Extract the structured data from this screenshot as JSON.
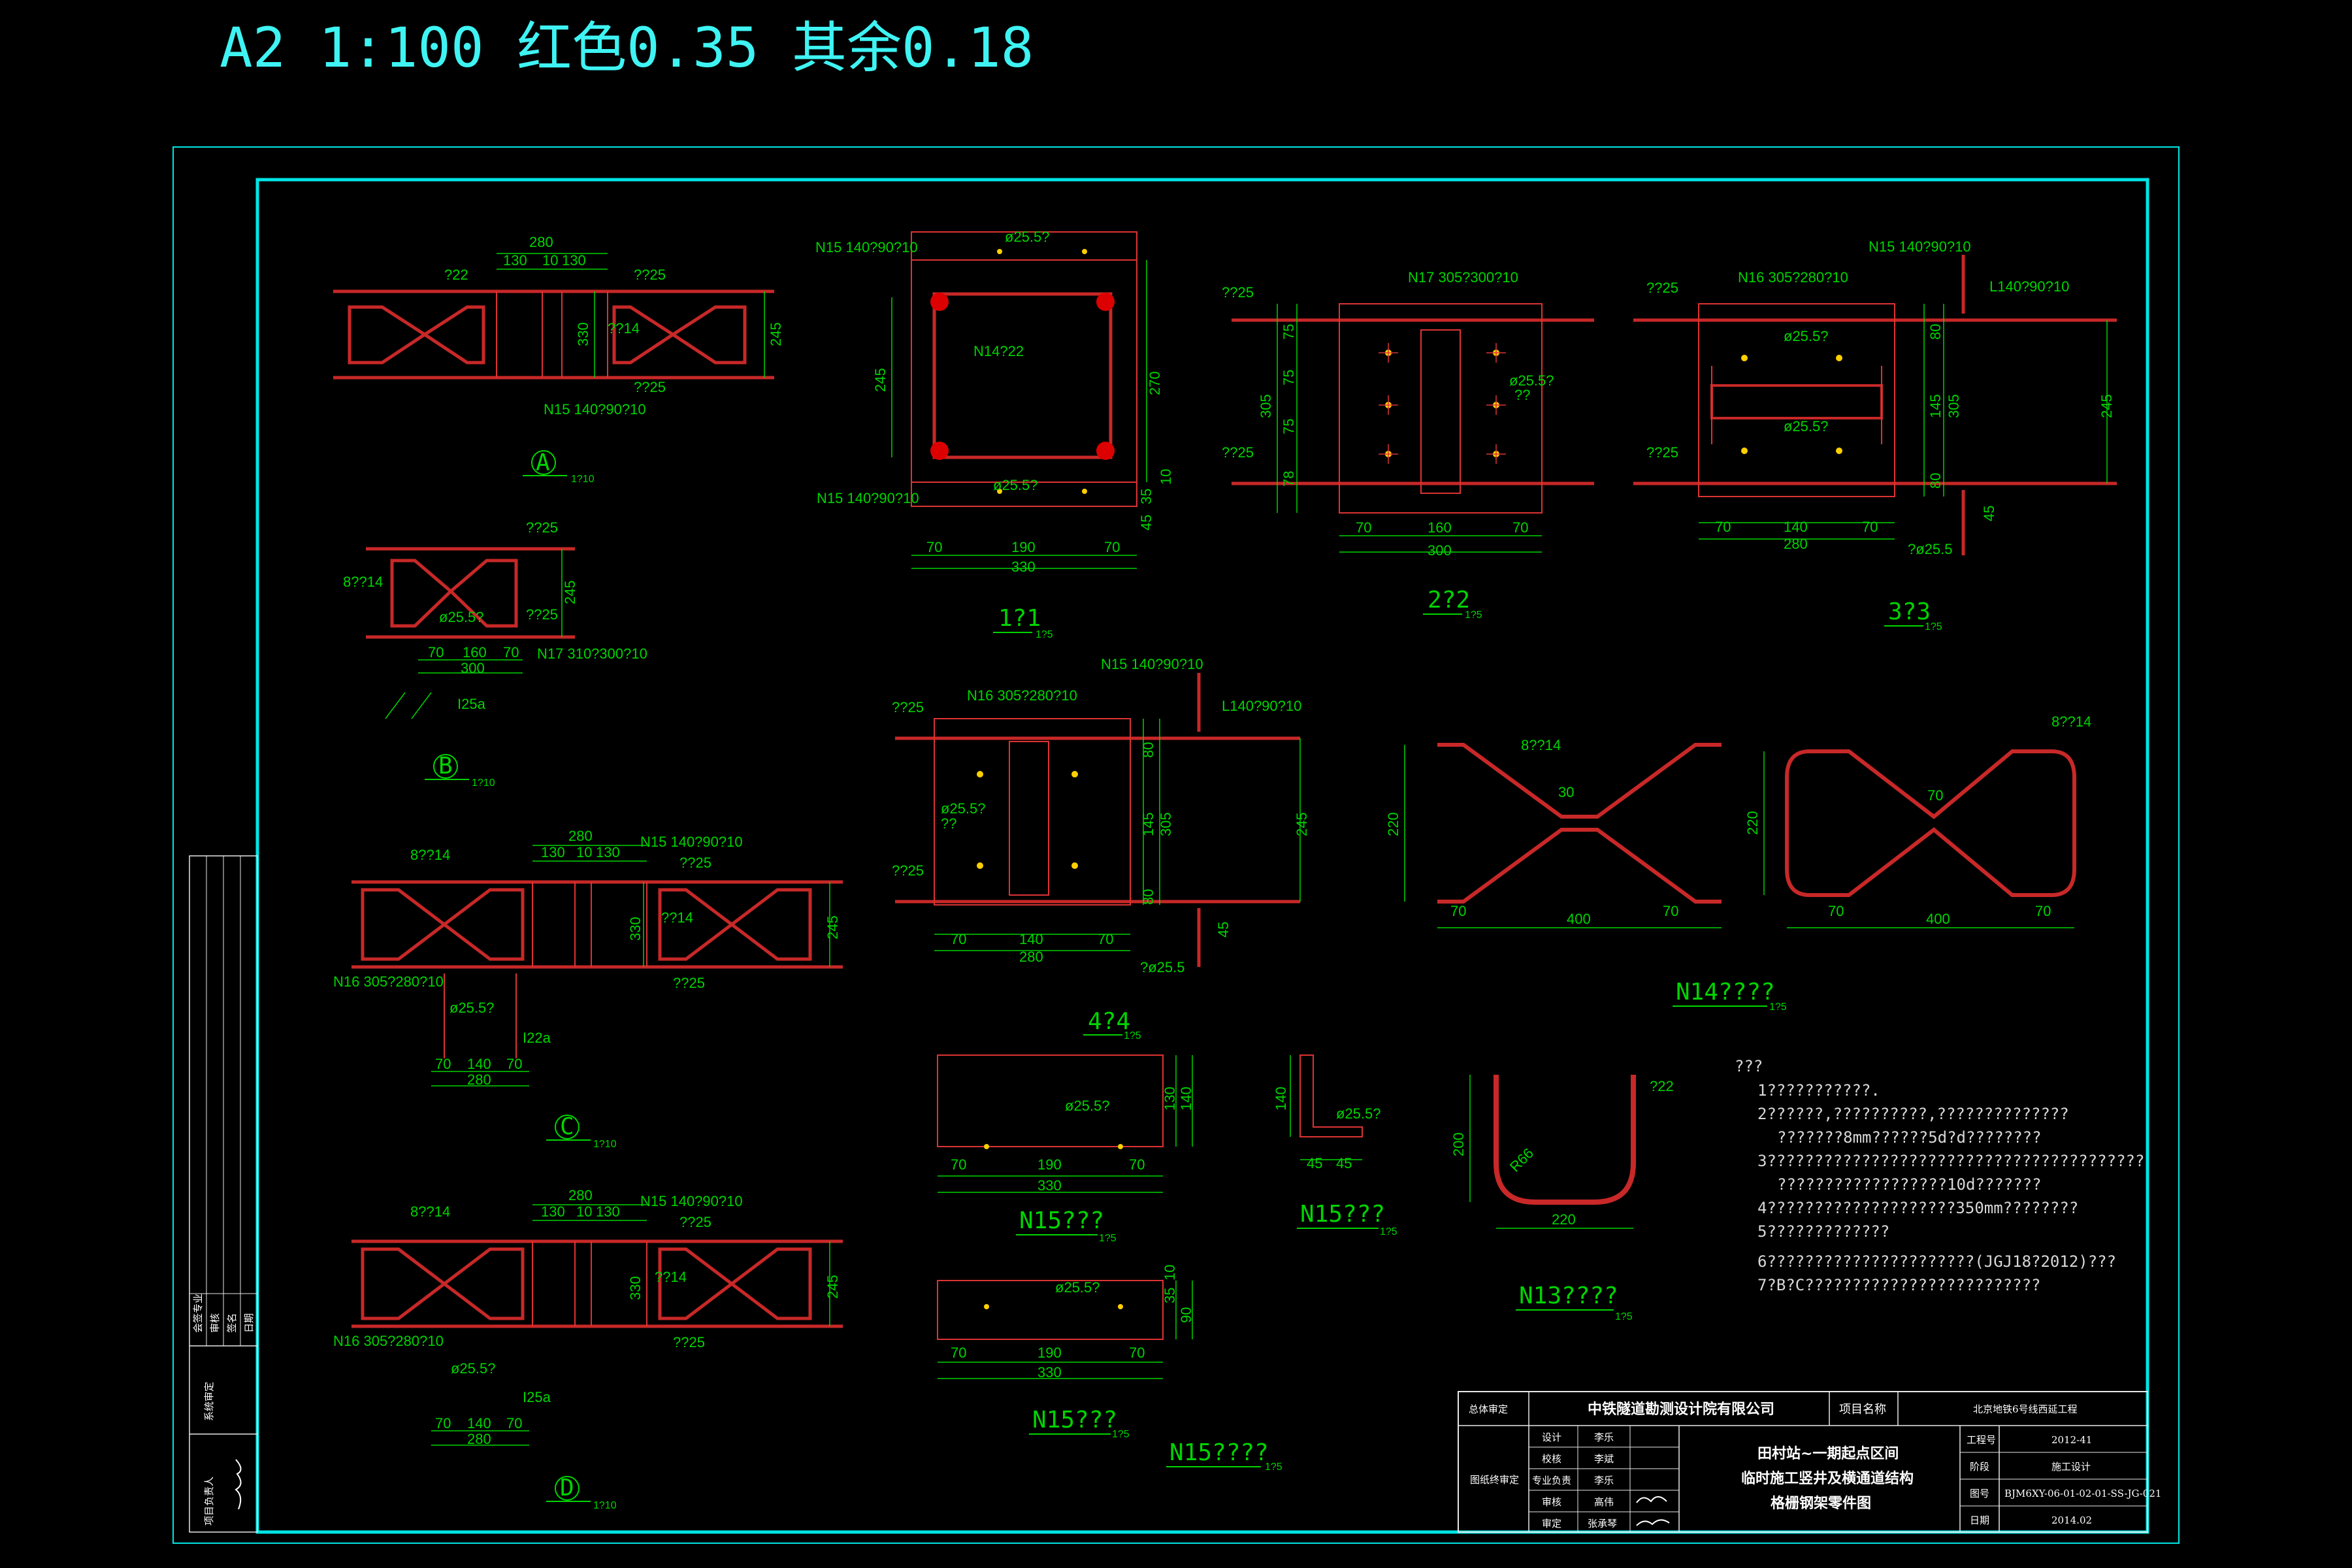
{
  "header": {
    "title": "A2  1:100 红色0.35 其余0.18"
  },
  "section_labels": {
    "A": "A",
    "A_scale": "1?10",
    "B": "B",
    "B_scale": "1?10",
    "C": "C",
    "C_scale": "1?10",
    "D": "D",
    "D_scale": "1?10",
    "s11": "1?1",
    "s11_scale": "1?5",
    "s22": "2?2",
    "s22_scale": "1?5",
    "s33": "3?3",
    "s33_scale": "1?5",
    "s44": "4?4",
    "s44_scale": "1?5",
    "n14": "N14????",
    "n14_scale": "1?5",
    "n15a": "N15???",
    "n15a_scale": "1?5",
    "n15b": "N15???",
    "n15b_scale": "1?5",
    "n15c": "N15???",
    "n15c_scale": "1?5",
    "n15d": "N15????",
    "n15d_scale": "1?5",
    "n13": "N13????",
    "n13_scale": "1?5"
  },
  "annotations": {
    "a_280": "280",
    "a_130a": "130",
    "a_10": "10",
    "a_130b": "130",
    "a_phi22": "?22",
    "a_q25a": "??25",
    "a_q14": "??14",
    "a_330": "330",
    "a_245": "245",
    "a_q25b": "??25",
    "a_n15": "N15  140?90?10",
    "b_q25a": "??25",
    "b_8q14": "8??14",
    "b_phi": "ø25.5?",
    "b_q25b": "??25",
    "b_245": "245",
    "b_70a": "70",
    "b_160": "160",
    "b_70b": "70",
    "b_300": "300",
    "b_n17": "N17  310?300?10",
    "b_i25": "I25a",
    "s1_n15a": "N15  140?90?10",
    "s1_phi_a": "ø25.5?",
    "s1_n14": "N14?22",
    "s1_245": "245",
    "s1_270": "270",
    "s1_n15b": "N15  140?90?10",
    "s1_phi_b": "ø25.5?",
    "s1_45": "45",
    "s1_35": "35",
    "s1_10": "10",
    "s1_70a": "70",
    "s1_190": "190",
    "s1_70b": "70",
    "s1_330": "330",
    "s2_n17": "N17  305?300?10",
    "s2_q25a": "??25",
    "s2_phi": "ø25.5?",
    "s2_qq": "??",
    "s2_q25b": "??25",
    "s2_305": "305",
    "s2_75a": "75",
    "s2_75b": "75",
    "s2_75c": "75",
    "s2_78": "78",
    "s2_70a": "70",
    "s2_160": "160",
    "s2_70b": "70",
    "s2_300": "300",
    "s3_n15": "N15  140?90?10",
    "s3_n16": "N16  305?280?10",
    "s3_q25a": "??25",
    "s3_l140": "L140?90?10",
    "s3_phi_a": "ø25.5?",
    "s3_phi_b": "ø25.5?",
    "s3_q25b": "??25",
    "s3_80a": "80",
    "s3_145": "145",
    "s3_80b": "80",
    "s3_305": "305",
    "s3_245": "245",
    "s3_45": "45",
    "s3_70a": "70",
    "s3_140": "140",
    "s3_70b": "70",
    "s3_280": "280",
    "s3_phi_c": "?ø25.5",
    "c_280": "280",
    "c_130a": "130",
    "c_10": "10",
    "c_130b": "130",
    "c_n15": "N15  140?90?10",
    "c_8q14": "8??14",
    "c_q25a": "??25",
    "c_330": "330",
    "c_245": "245",
    "c_q14": "??14",
    "c_n16": "N16  305?280?10",
    "c_q25b": "??25",
    "c_phi": "ø25.5?",
    "c_i22": "I22a",
    "c_70a": "70",
    "c_140": "140",
    "c_70b": "70",
    "c_280b": "280",
    "d_280": "280",
    "d_130a": "130",
    "d_10": "10",
    "d_130b": "130",
    "d_n15": "N15  140?90?10",
    "d_8q14": "8??14",
    "d_q25a": "??25",
    "d_330": "330",
    "d_245": "245",
    "d_q14": "??14",
    "d_n16": "N16  305?280?10",
    "d_q25b": "??25",
    "d_phi": "ø25.5?",
    "d_i25": "I25a",
    "d_70a": "70",
    "d_140": "140",
    "d_70b": "70",
    "d_280b": "280",
    "s4_n15": "N15  140?90?10",
    "s4_n16": "N16  305?280?10",
    "s4_q25a": "??25",
    "s4_l140": "L140?90?10",
    "s4_phi": "ø25.5?",
    "s4_qq": "??",
    "s4_q25b": "??25",
    "s4_80a": "80",
    "s4_145": "145",
    "s4_80b": "80",
    "s4_305": "305",
    "s4_245": "245",
    "s4_45": "45",
    "s4_70a": "70",
    "s4_140": "140",
    "s4_70b": "70",
    "s4_280": "280",
    "s4_phi_b": "?ø25.5",
    "n14_8q14a": "8??14",
    "n14_30": "30",
    "n14_220a": "220",
    "n14_70a": "70",
    "n14_400a": "400",
    "n14_70b": "70",
    "n14_8q14b": "8??14",
    "n14_70c": "70",
    "n14_220b": "220",
    "n14_70d": "70",
    "n14_400b": "400",
    "n14_70e": "70",
    "n15a_phi": "ø25.5?",
    "n15a_130": "130",
    "n15a_140": "140",
    "n15a_70a": "70",
    "n15a_190": "190",
    "n15a_70b": "70",
    "n15a_330": "330",
    "n15b_140": "140",
    "n15b_phi": "ø25.5?",
    "n15b_45a": "45",
    "n15b_45b": "45",
    "n13_phi": "?22",
    "n13_200": "200",
    "n13_r": "R66",
    "n13_220": "220",
    "n15c_phi": "ø25.5?",
    "n15c_35": "35",
    "n15c_10": "10",
    "n15c_90": "90",
    "n15c_70a": "70",
    "n15c_190": "190",
    "n15c_70b": "70",
    "n15c_330": "330"
  },
  "notes": [
    "???",
    "1???????????.",
    "2??????,??????????,??????????????",
    "???????8mm??????5d?d????????",
    "3????????????????????????????????????????",
    "??????????????????10d???????",
    "4????????????????????350mm????????",
    "5?????????????",
    "6??????????????????????(JGJ18?2012)???",
    "7?B?C?????????????????????????"
  ],
  "side_strip": {
    "cells": [
      "会签专业",
      "审核",
      "签名",
      "日期"
    ],
    "label_a": "系统审定",
    "label_b": "项目负责人",
    "signature": "[signature]"
  },
  "title_block": {
    "review_label": "总体审定",
    "company": "中铁隧道勘测设计院有限公司",
    "project_label": "项目名称",
    "project_name": "北京地铁6号线西延工程",
    "rows": [
      {
        "role": "设计",
        "name": "李乐"
      },
      {
        "role": "校核",
        "name": "李斌"
      },
      {
        "role": "专业负责",
        "name": "李乐"
      },
      {
        "role": "审核",
        "name": "高伟"
      },
      {
        "role": "审定",
        "name": "张承琴"
      }
    ],
    "stamp_label": "图纸终审定",
    "drawing_title": [
      "田村站~一期起点区间",
      "临时施工竖井及横通道结构",
      "格栅钢架零件图"
    ],
    "meta": [
      {
        "key": "工程号",
        "value": "2012-41"
      },
      {
        "key": "阶段",
        "value": "施工设计"
      },
      {
        "key": "图号",
        "value": "BJM6XY-06-01-02-01-SS-JG-021"
      },
      {
        "key": "日期",
        "value": "2014.02"
      }
    ]
  },
  "colors": {
    "frame": "#00e5e5",
    "rebar": "#c82828",
    "steel": "#dd3333",
    "dimension": "#00d400",
    "bolt": "#ffd000",
    "background": "#000000"
  }
}
